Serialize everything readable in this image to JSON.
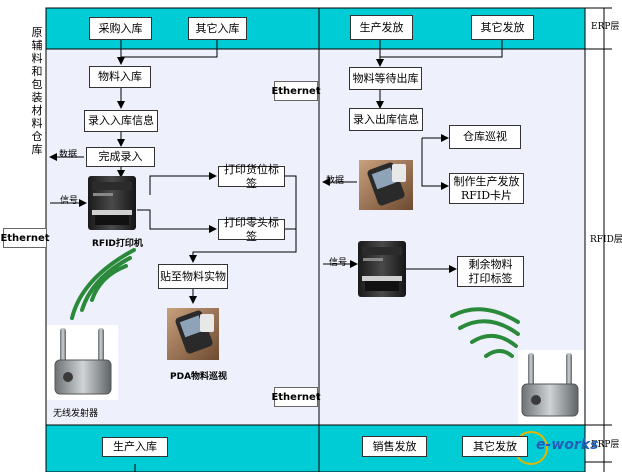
{
  "left_side_label": "原辅料和包装材料仓库",
  "layers": {
    "erp": "ERP层",
    "rfid": "RFID层",
    "bottom": "ERP层"
  },
  "left_flow": {
    "purchase_in": "采购入库",
    "other_in": "其它入库",
    "material_in": "物料入库",
    "enter_info": "录入入库信息",
    "complete_entry": "完成录入",
    "print_location_tag": "打印货位标签",
    "print_part_tag": "打印零头标签",
    "attach_to_material": "贴至物料实物",
    "rfid_printer": "RFID打印机",
    "pda_patrol": "PDA物料巡视",
    "wireless_transmitter": "无线发射器",
    "data_label": "数据",
    "signal_label": "信号",
    "production_in": "生产入库"
  },
  "right_flow": {
    "production_issue": "生产发放",
    "other_issue": "其它发放",
    "material_wait_out": "物料等待出库",
    "enter_out_info": "录入出库信息",
    "warehouse_patrol": "仓库巡视",
    "make_rfid_card": "制作生产发放\nRFID卡片",
    "remaining_tag": "剩余物料\n打印标签",
    "data_label": "数据",
    "signal_label": "信号",
    "sales_issue": "销售发放",
    "other_issue_bottom": "其它发放"
  },
  "network": {
    "ethernet_left": "Ethernet",
    "ethernet_top": "Ethernet",
    "ethernet_bottom": "Ethernet"
  },
  "watermark": "e-works",
  "colors": {
    "band": "#00ccd6",
    "panel": "#eef0fb",
    "arrow": "#000000",
    "wave": "#2a8a3a"
  }
}
